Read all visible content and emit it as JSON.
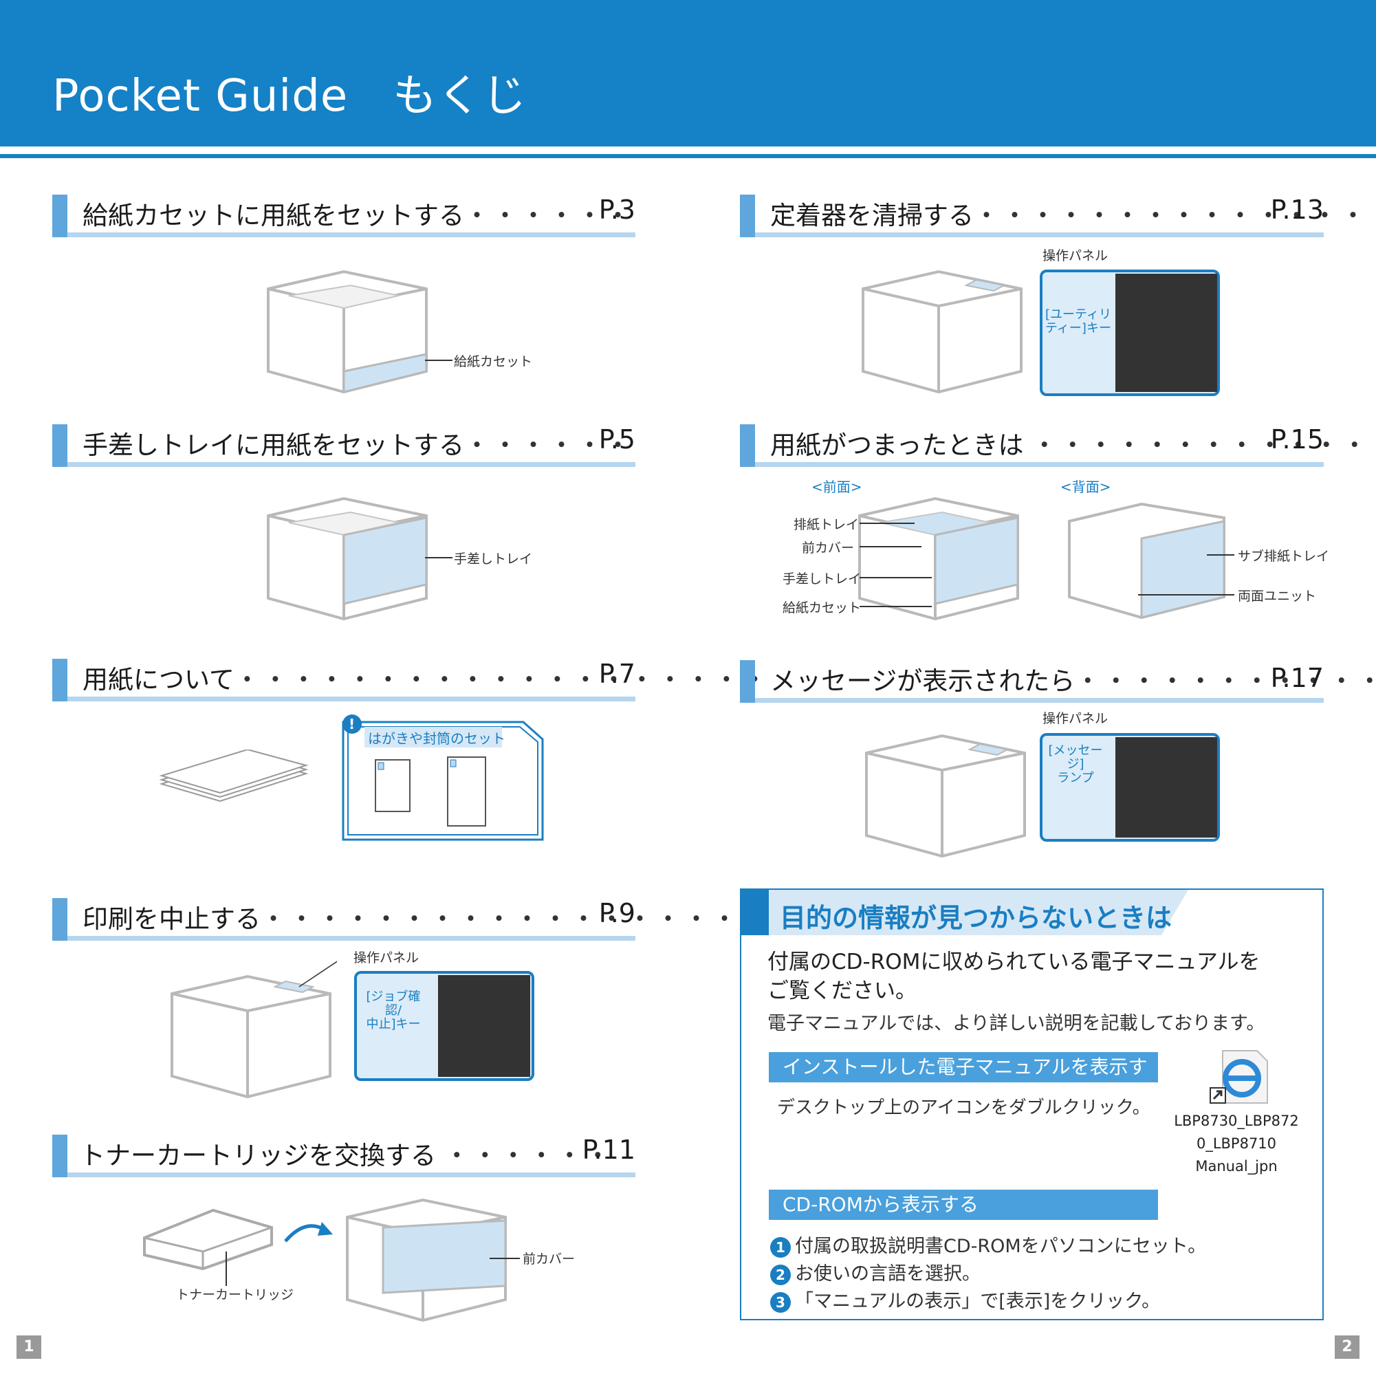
{
  "header": {
    "title": "Pocket Guide　もくじ"
  },
  "sections": [
    {
      "title": "給紙カセットに用紙をセットする",
      "dots": "・・・・・・",
      "page": "P.3"
    },
    {
      "title": "手差しトレイに用紙をセットする",
      "dots": "・・・・・・",
      "page": "P.5"
    },
    {
      "title": "用紙について",
      "dots": "・・・・・・・・・・・・・・・・・・・",
      "page": "P.7"
    },
    {
      "title": "印刷を中止する",
      "dots": "・・・・・・・・・・・・・・・・・・",
      "page": "P.9"
    },
    {
      "title": "トナーカートリッジを交換する",
      "dots": "・・・・・・",
      "page": "P.11"
    },
    {
      "title": "定着器を清掃する",
      "dots": "・・・・・・・・・・・・・・・",
      "page": "P.13"
    },
    {
      "title": "用紙がつまったときは",
      "dots": "・・・・・・・・・・・・・",
      "page": "P.15"
    },
    {
      "title": "メッセージが表示されたら",
      "dots": "・・・・・・・・・・・・",
      "page": "P.17"
    }
  ],
  "labels": {
    "paper_cassette": "給紙カセット",
    "manual_tray": "手差しトレイ",
    "card_envelope": "はがきや封筒のセット",
    "op_panel": "操作パネル",
    "job_key_1": "[ジョブ確認/",
    "job_key_2": "中止]キー",
    "toner": "トナーカートリッジ",
    "front_cover": "前カバー",
    "utility_key_1": "[ユーティリ",
    "utility_key_2": "ティー]キー",
    "front_view": "<前面>",
    "back_view": "<背面>",
    "output_tray": "排紙トレイ",
    "front_cover2": "前カバー",
    "manual_tray2": "手差しトレイ",
    "paper_cassette2": "給紙カセット",
    "sub_output_tray": "サブ排紙トレイ",
    "duplex_unit": "両面ユニット",
    "op_panel2": "操作パネル",
    "op_panel3": "操作パネル",
    "msg_lamp_1": "[メッセージ]",
    "msg_lamp_2": "ランプ"
  },
  "info": {
    "title": "目的の情報が見つからないときは",
    "main_1": "付属のCD-ROMに収められている電子マニュアルを",
    "main_2": "ご覧ください。",
    "sub": "電子マニュアルでは、より詳しい説明を記載しております。",
    "installed_head": "インストールした電子マニュアルを表示する",
    "installed_text": "デスクトップ上のアイコンをダブルクリック。",
    "icon_label_1": "LBP8730_LBP872",
    "icon_label_2": "0_LBP8710",
    "icon_label_3": "Manual_jpn",
    "cd_head": "CD-ROMから表示する",
    "steps": [
      {
        "n": "1",
        "text": "付属の取扱説明書CD-ROMをパソコンにセット。"
      },
      {
        "n": "2",
        "text": "お使いの言語を選択。"
      },
      {
        "n": "3",
        "text": "「マニュアルの表示」で[表示]をクリック。"
      }
    ]
  },
  "page_numbers": {
    "left": "1",
    "right": "2"
  }
}
